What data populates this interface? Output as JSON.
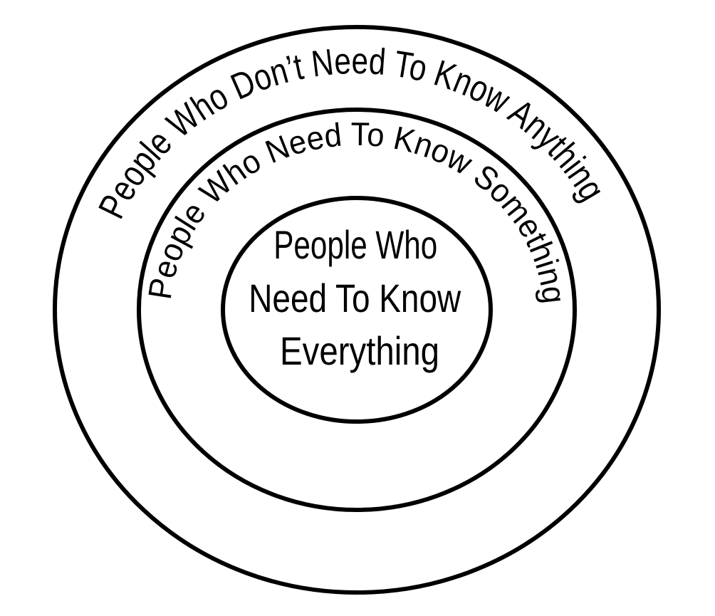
{
  "diagram": {
    "type": "concentric-circles",
    "background_color": "#ffffff",
    "line_color": "#000000",
    "rings": [
      {
        "id": "outer",
        "label": "People Who Don’t Need To Know Anything"
      },
      {
        "id": "middle",
        "label": "People Who Need To Know Something"
      },
      {
        "id": "inner",
        "label_lines": [
          "People Who",
          "Need To Know",
          "Everything"
        ]
      }
    ]
  }
}
